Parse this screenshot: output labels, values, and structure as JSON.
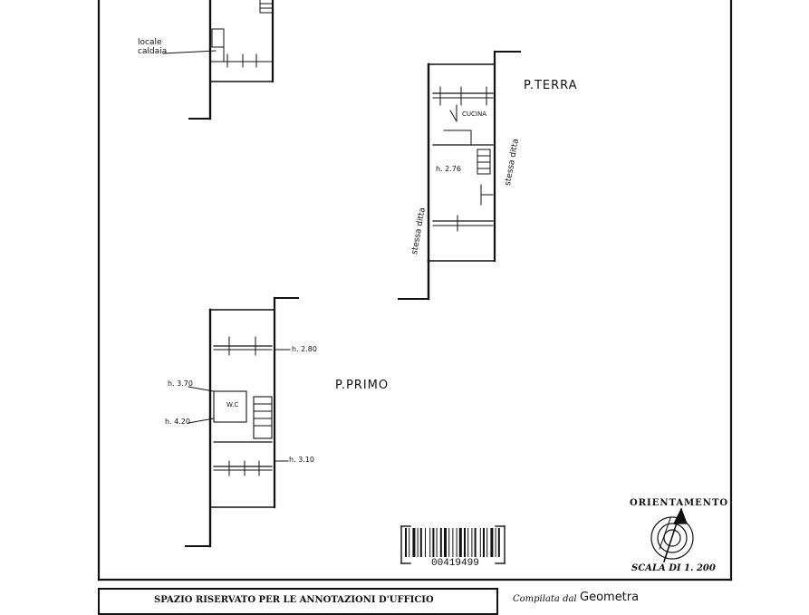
{
  "labels": {
    "locale_caldaia_line1": "locale",
    "locale_caldaia_line2": "caldaia",
    "ground_floor": "P.TERRA",
    "cucina": "CUCINA",
    "height_ground": "h. 2.76",
    "other_property_right": "stessa ditta",
    "other_property_left": "stessa ditta",
    "first_floor": "P.PRIMO",
    "height_280": "h. 2.80",
    "height_370": "h. 3.70",
    "wc": "W.C",
    "height_420": "h. 4.20",
    "height_310": "h. 3.10"
  },
  "barcode": {
    "number": "00419499"
  },
  "orientation": {
    "title": "ORIENTAMENTO",
    "scale": "SCALA DI 1. 200"
  },
  "footer": {
    "reserved_space": "SPAZIO RISERVATO PER LE ANNOTAZIONI D'UFFICIO",
    "compiled_by_label": "Compilata dal",
    "compiled_by_value": "Geometra"
  }
}
